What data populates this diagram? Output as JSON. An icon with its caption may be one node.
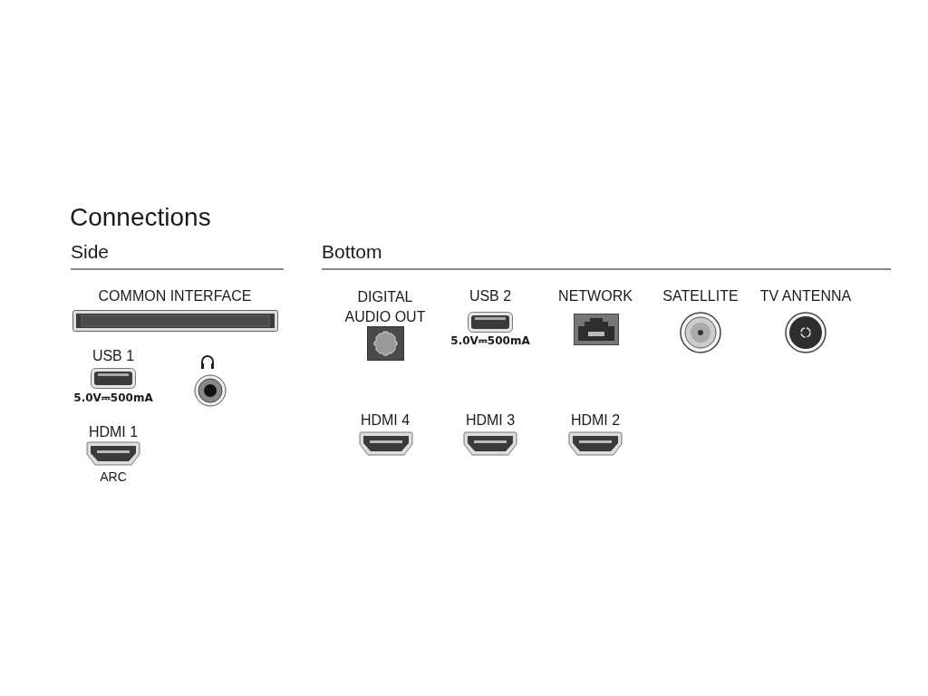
{
  "diagram": {
    "title": "Connections",
    "labels": [
      "Side",
      "Bottom",
      "COMMON INTERFACE",
      "DIGITAL AUDIO OUT",
      "USB 2",
      "NETWORK",
      "SATELLITE",
      "TV ANTENNA",
      "5.0V⎓500mA",
      "USB 1",
      "5.0V⎓500mA",
      "HDMI 4",
      "HDMI 3",
      "HDMI 2",
      "HDMI 1",
      "ARC"
    ]
  }
}
